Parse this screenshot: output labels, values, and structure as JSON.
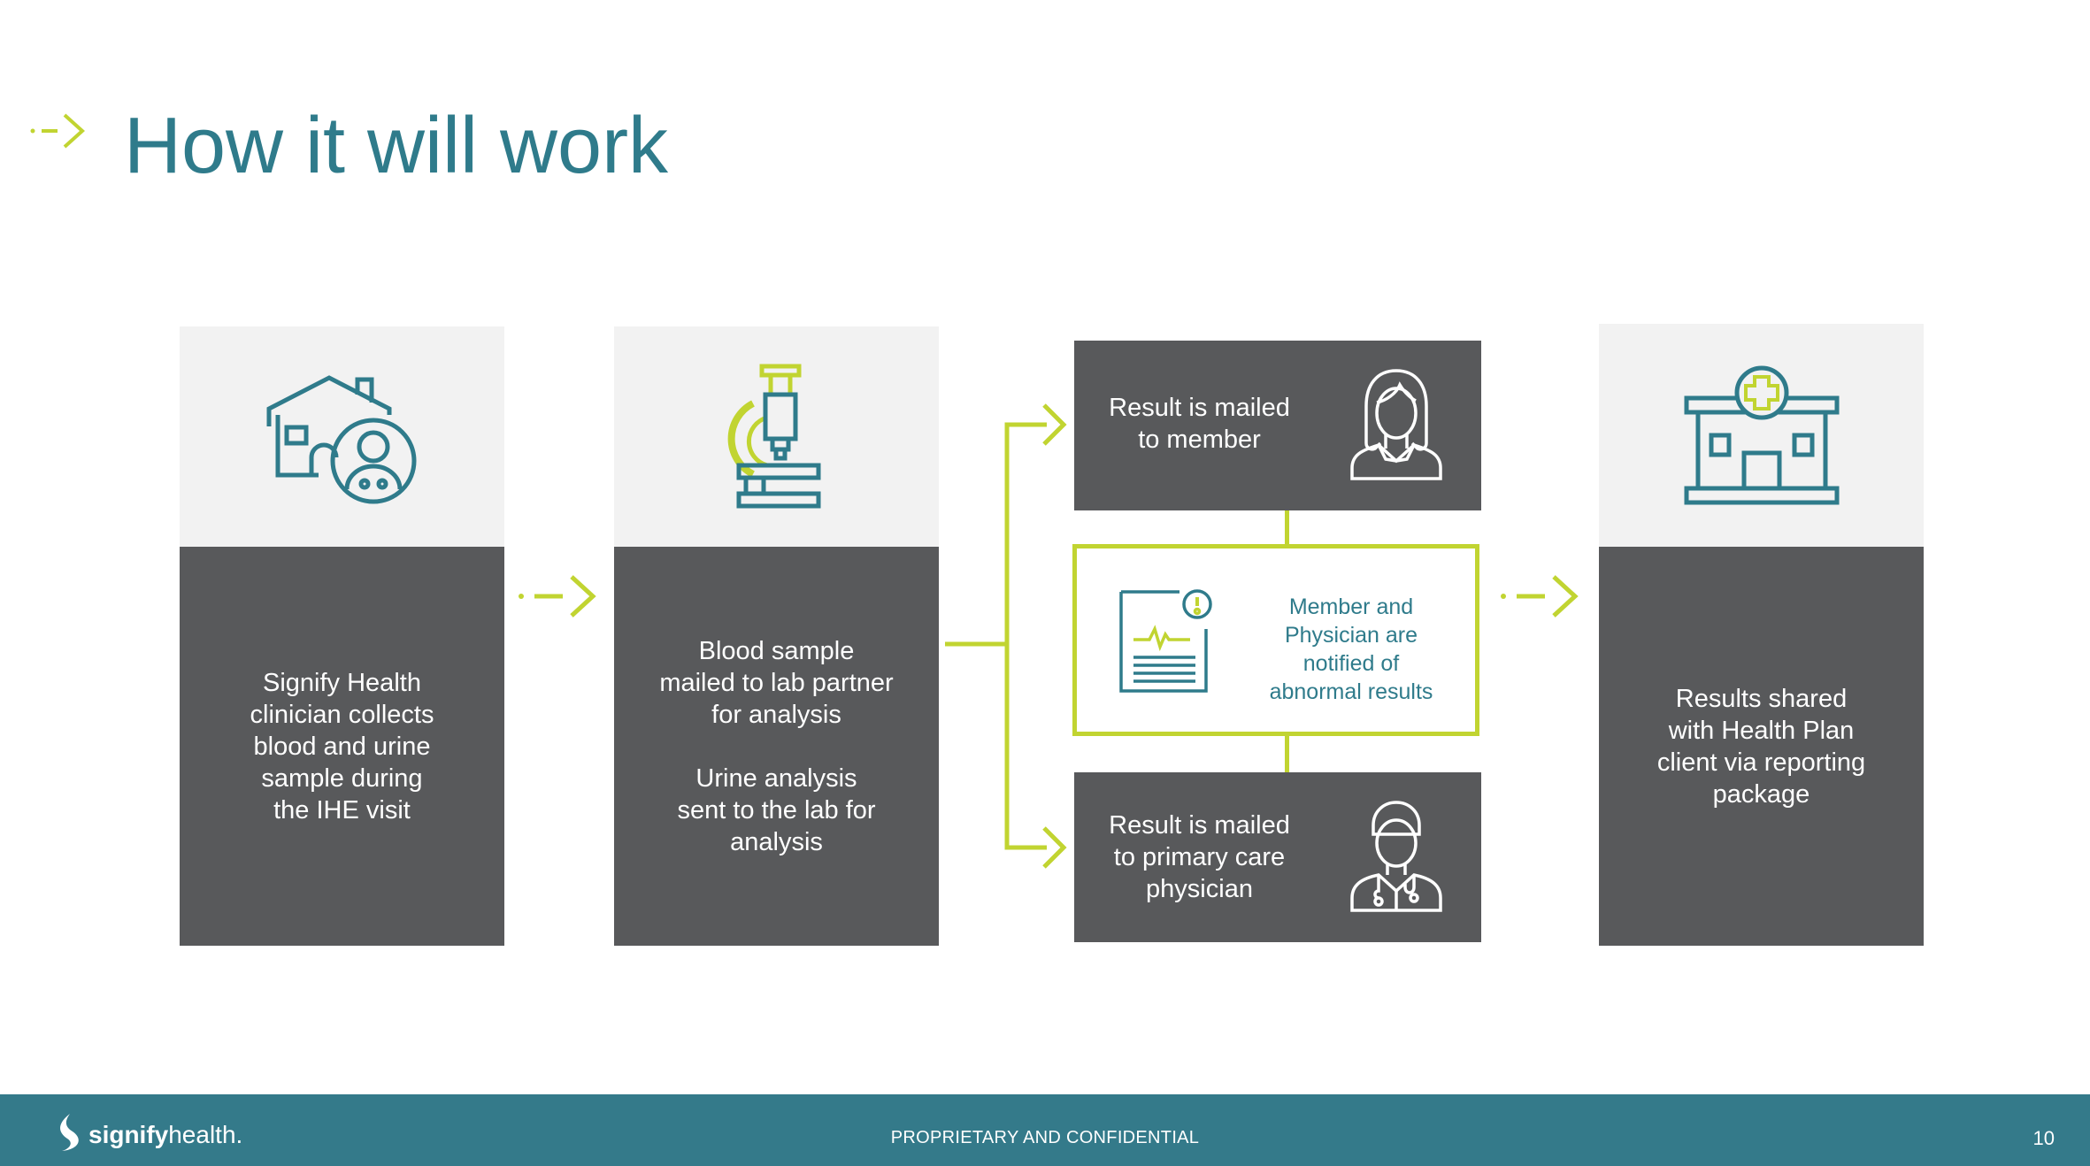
{
  "page": {
    "title": "How it will work"
  },
  "steps": [
    {
      "text": "Signify Health\nclinician collects\nblood and urine\nsample during\nthe IHE visit",
      "icon": "house-clinician-icon"
    },
    {
      "text": "Blood sample\nmailed to lab partner\nfor analysis\n\nUrine analysis\nsent to the lab for\nanalysis",
      "icon": "microscope-icon"
    },
    {
      "text": "Results shared\nwith Health Plan\nclient via reporting\npackage",
      "icon": "hospital-icon"
    }
  ],
  "branches": {
    "member": {
      "text": "Result is mailed\nto member",
      "icon": "female-member-icon"
    },
    "notify": {
      "text": "Member and\nPhysician are\nnotified of\nabnormal results",
      "icon": "alert-report-icon"
    },
    "physician": {
      "text": "Result is mailed\nto primary care\nphysician",
      "icon": "physician-icon"
    }
  },
  "footer": {
    "logo_bold": "signify",
    "logo_light": "health.",
    "confidential": "PROPRIETARY AND CONFIDENTIAL",
    "page_number": "10"
  },
  "colors": {
    "teal": "#2f7b8b",
    "lime": "#c1d431",
    "dark_gray": "#58595b",
    "light_gray": "#f2f2f2",
    "footer": "#347a8a"
  }
}
